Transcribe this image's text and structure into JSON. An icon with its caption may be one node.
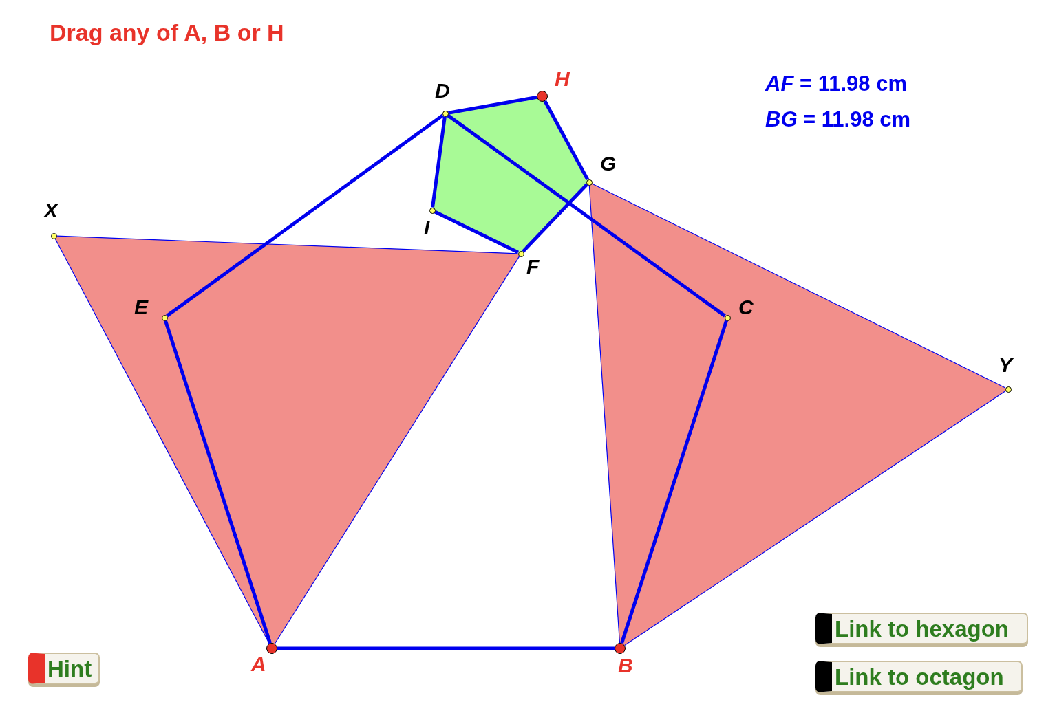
{
  "diagram": {
    "title": "Drag any of A, B or H",
    "nodes": [
      {
        "text": [
          "A"
        ]
      },
      {
        "text": [
          "B"
        ]
      },
      {
        "text": [
          "C"
        ]
      },
      {
        "text": [
          "D"
        ]
      },
      {
        "text": [
          "E"
        ]
      },
      {
        "text": [
          "F"
        ]
      },
      {
        "text": [
          "G"
        ]
      },
      {
        "text": [
          "H"
        ]
      },
      {
        "text": [
          "I"
        ]
      },
      {
        "text": [
          "X"
        ]
      },
      {
        "text": [
          "Y"
        ]
      }
    ],
    "edges": [
      {
        "from": 0,
        "to": 1,
        "arrow": "none"
      },
      {
        "from": 1,
        "to": 2,
        "arrow": "none"
      },
      {
        "from": 2,
        "to": 3,
        "arrow": "none"
      },
      {
        "from": 3,
        "to": 4,
        "arrow": "none"
      },
      {
        "from": 4,
        "to": 0,
        "arrow": "none"
      },
      {
        "from": 3,
        "to": 7,
        "arrow": "none"
      },
      {
        "from": 7,
        "to": 6,
        "arrow": "none"
      },
      {
        "from": 6,
        "to": 5,
        "arrow": "none"
      },
      {
        "from": 5,
        "to": 8,
        "arrow": "none"
      },
      {
        "from": 8,
        "to": 3,
        "arrow": "none"
      },
      {
        "from": 9,
        "to": 5,
        "arrow": "none"
      },
      {
        "from": 5,
        "to": 0,
        "arrow": "none"
      },
      {
        "from": 0,
        "to": 9,
        "arrow": "none"
      },
      {
        "from": 6,
        "to": 10,
        "arrow": "none"
      },
      {
        "from": 10,
        "to": 1,
        "arrow": "none"
      },
      {
        "from": 1,
        "to": 6,
        "arrow": "none"
      }
    ],
    "labels": [
      "*AF* = 11.98 cm",
      "*BG* = 11.98 cm",
      "Hint",
      "Link to hexagon",
      "Link to octagon"
    ]
  }
}
